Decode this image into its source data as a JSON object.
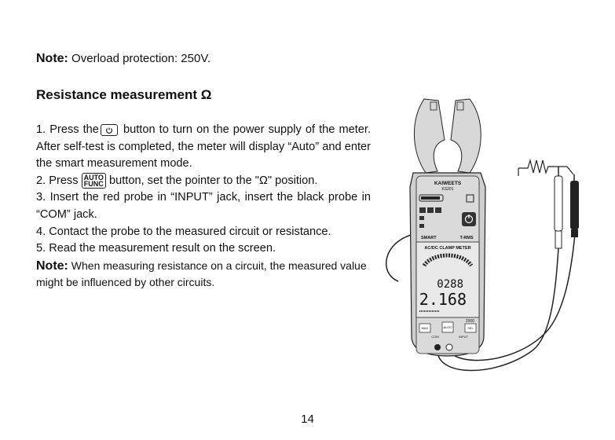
{
  "note_top": {
    "label": "Note:",
    "text": " Overload protection: 250V."
  },
  "heading": "Resistance measurement Ω",
  "steps": {
    "s1_a": "1. Press the",
    "s1_b": " button to turn on the power supply of the meter. After self-test is completed, the meter will display “Auto” and enter the smart measurement mode.",
    "s2_a": "2. Press",
    "s2_b": " button, set the pointer to the \"Ω\" position.",
    "s3": "3. Insert the red probe in “INPUT” jack, insert the black probe in “COM” jack.",
    "s4": "4. Contact the probe to the measured circuit or resistance.",
    "s5": "5. Read the measurement result on the screen."
  },
  "note_bottom": {
    "label": "Note:",
    "text": " When measuring resistance on a circuit, the measured value might be influenced by other circuits."
  },
  "keys": {
    "auto_top": "AUTO",
    "auto_bottom": "FUNC"
  },
  "meter": {
    "brand": "KAIWEETS",
    "model": "KS201",
    "mode_left": "SMART",
    "mode_right": "T-RMS",
    "band": "AC/DC CLAMP METER",
    "reading_top": "0288",
    "reading_main": "2.168",
    "range_label": "2000",
    "btn_max": "MAX",
    "btn_auto": "AUTO",
    "btn_sel": "SEL",
    "jack_com": "COM",
    "jack_input": "INPUT"
  },
  "page_number": "14",
  "colors": {
    "text": "#111111",
    "meter_body": "#cfcfcf",
    "screen": "#e9e9e9",
    "ink": "#222222"
  }
}
